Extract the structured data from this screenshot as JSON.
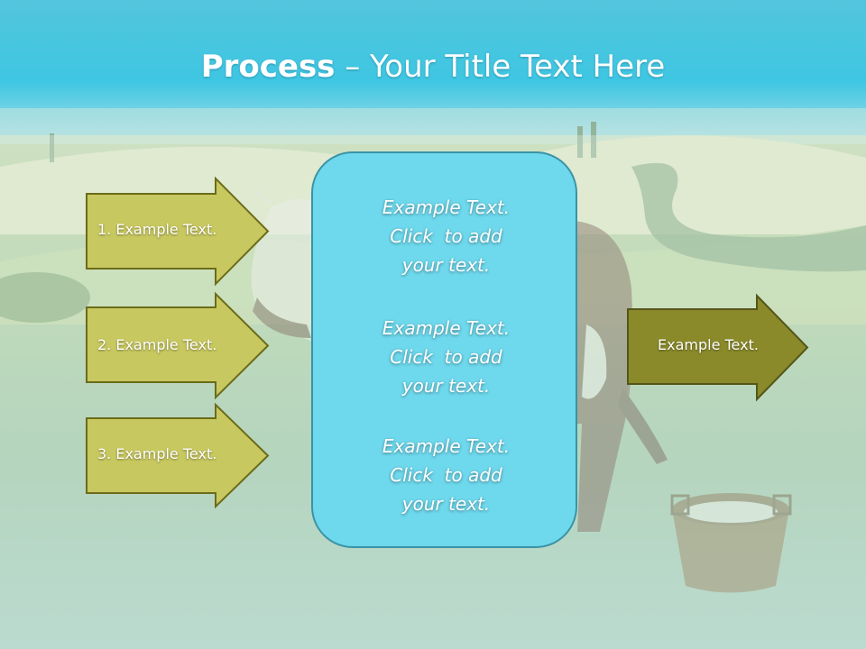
{
  "slide": {
    "title_bold": "Process",
    "title_rest": " – Your Title Text Here"
  },
  "inputs": [
    {
      "label": "1. Example Text."
    },
    {
      "label": "2. Example Text."
    },
    {
      "label": "3. Example Text."
    }
  ],
  "center": {
    "blocks": [
      {
        "line1": "Example Text.",
        "line2": "Click  to add",
        "line3": "your text."
      },
      {
        "line1": "Example Text.",
        "line2": "Click  to add",
        "line3": "your text."
      },
      {
        "line1": "Example Text.",
        "line2": "Click  to add",
        "line3": "your text."
      }
    ]
  },
  "output": {
    "label": "Example Text."
  },
  "colors": {
    "sky_top": "#3fb8d4",
    "input_arrow_fill": "#c8c860",
    "input_arrow_stroke": "#6b6b1a",
    "output_arrow_fill": "#8a8a2a",
    "output_arrow_stroke": "#55551a",
    "center_fill": "#6ed8ec",
    "center_stroke": "#3a93a6"
  }
}
